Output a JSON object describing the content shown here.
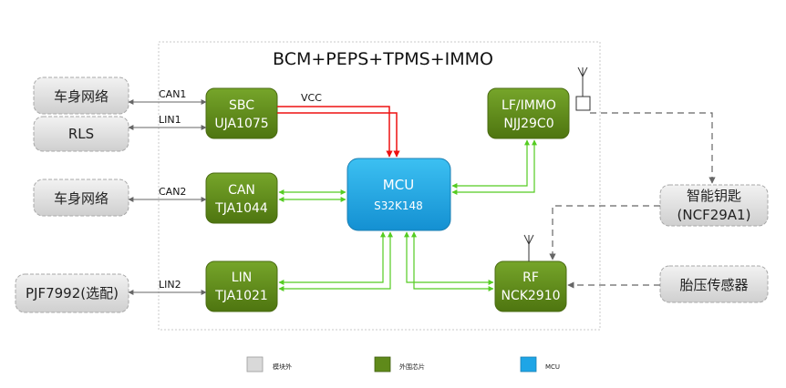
{
  "title": "BCM+PEPS+TPMS+IMMO",
  "external": {
    "body_net_1": "车身网络",
    "rls": "RLS",
    "body_net_2": "车身网络",
    "pjf": "PJF7992(选配)",
    "smart_key_1": "智能钥匙",
    "smart_key_2": "(NCF29A1)",
    "tpms_sensor": "胎压传感器"
  },
  "chips": {
    "sbc_1": "SBC",
    "sbc_2": "UJA1075",
    "can_1": "CAN",
    "can_2": "TJA1044",
    "lin_1": "LIN",
    "lin_2": "TJA1021",
    "lf_1": "LF/IMMO",
    "lf_2": "NJJ29C0",
    "rf_1": "RF",
    "rf_2": "NCK2910",
    "mcu_1": "MCU",
    "mcu_2": "S32K148"
  },
  "links": {
    "can1": "CAN1",
    "lin1": "LIN1",
    "can2": "CAN2",
    "lin2": "LIN2",
    "vcc": "VCC"
  },
  "legend": {
    "gray_label": "模块外",
    "green_label": "外围芯片",
    "blue_label": "MCU"
  },
  "colors": {
    "external": "#d9d9d9",
    "peripheral": "#5f8a1a",
    "mcu": "#1ea5e6",
    "power": "#ee1111",
    "signal": "#55cc22"
  }
}
